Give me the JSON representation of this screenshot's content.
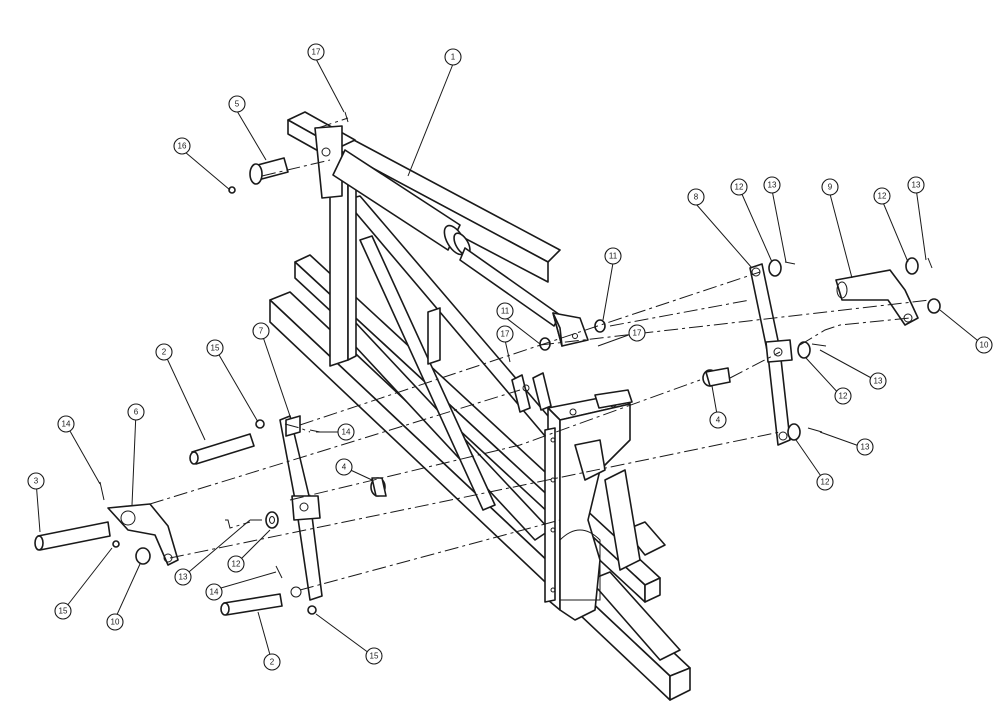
{
  "callouts": [
    {
      "id": "c1",
      "label": "1"
    },
    {
      "id": "c2a",
      "label": "2"
    },
    {
      "id": "c2b",
      "label": "2"
    },
    {
      "id": "c3",
      "label": "3"
    },
    {
      "id": "c4a",
      "label": "4"
    },
    {
      "id": "c4b",
      "label": "4"
    },
    {
      "id": "c5",
      "label": "5"
    },
    {
      "id": "c6",
      "label": "6"
    },
    {
      "id": "c7",
      "label": "7"
    },
    {
      "id": "c8",
      "label": "8"
    },
    {
      "id": "c9",
      "label": "9"
    },
    {
      "id": "c10a",
      "label": "10"
    },
    {
      "id": "c10b",
      "label": "10"
    },
    {
      "id": "c11a",
      "label": "11"
    },
    {
      "id": "c11b",
      "label": "11"
    },
    {
      "id": "c12a",
      "label": "12"
    },
    {
      "id": "c12b",
      "label": "12"
    },
    {
      "id": "c12c",
      "label": "12"
    },
    {
      "id": "c12d",
      "label": "12"
    },
    {
      "id": "c12e",
      "label": "12"
    },
    {
      "id": "c13a",
      "label": "13"
    },
    {
      "id": "c13b",
      "label": "13"
    },
    {
      "id": "c13c",
      "label": "13"
    },
    {
      "id": "c13d",
      "label": "13"
    },
    {
      "id": "c13e",
      "label": "13"
    },
    {
      "id": "c14a",
      "label": "14"
    },
    {
      "id": "c14b",
      "label": "14"
    },
    {
      "id": "c14c",
      "label": "14"
    },
    {
      "id": "c15a",
      "label": "15"
    },
    {
      "id": "c15b",
      "label": "15"
    },
    {
      "id": "c15c",
      "label": "15"
    },
    {
      "id": "c16",
      "label": "16"
    },
    {
      "id": "c17a",
      "label": "17"
    },
    {
      "id": "c17b",
      "label": "17"
    },
    {
      "id": "c17c",
      "label": "17"
    }
  ]
}
